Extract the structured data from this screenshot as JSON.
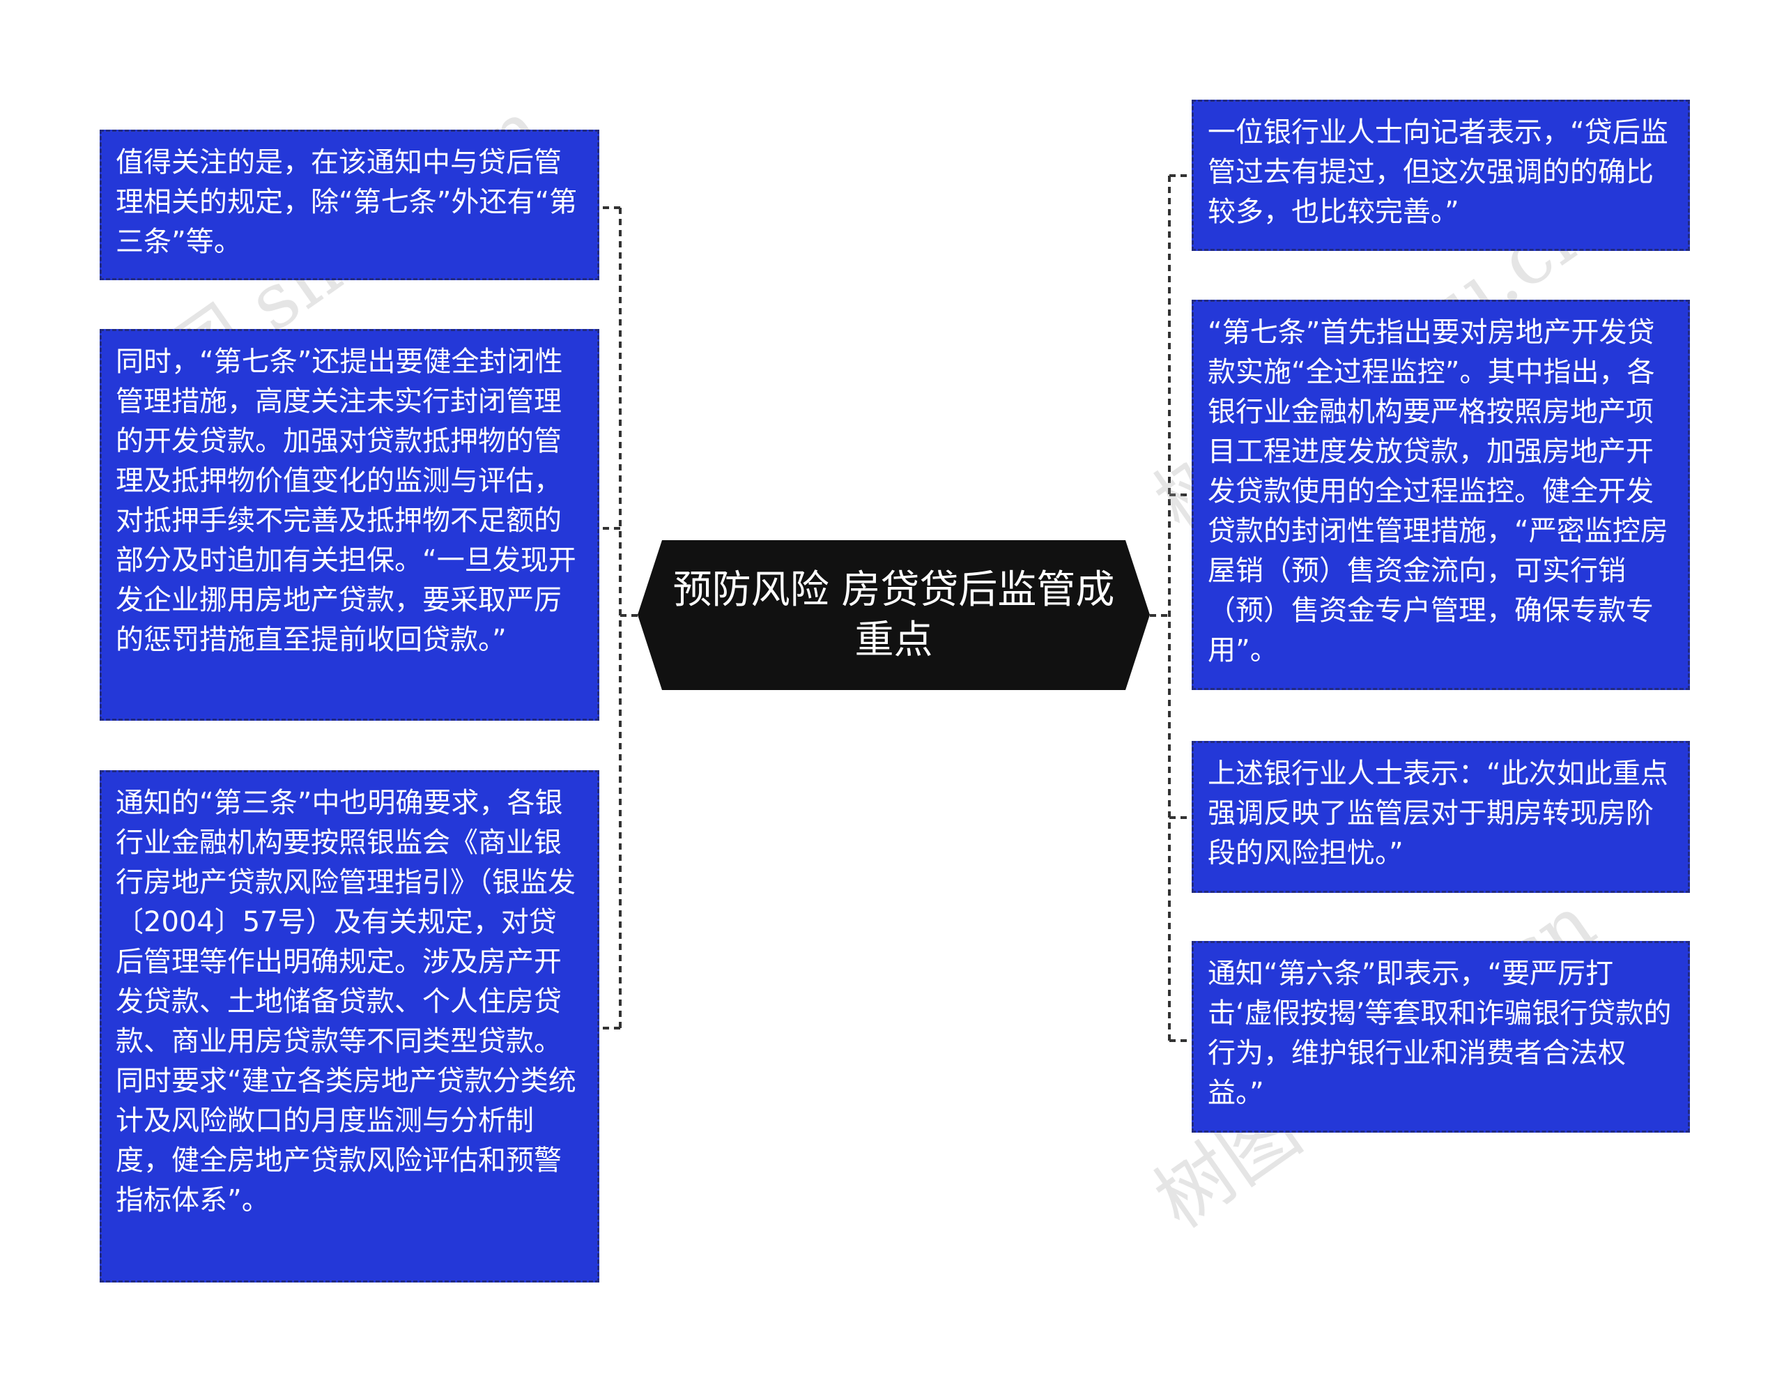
{
  "center": {
    "text": "预防风险 房贷贷后监管成重点"
  },
  "left_nodes": [
    {
      "text": "值得关注的是，在该通知中与贷后管理相关的规定，除“第七条”外还有“第三条”等。"
    },
    {
      "text": "同时，“第七条”还提出要健全封闭性管理措施，高度关注未实行封闭管理的开发贷款。加强对贷款抵押物的管理及抵押物价值变化的监测与评估，对抵押手续不完善及抵押物不足额的部分及时追加有关担保。“一旦发现开发企业挪用房地产贷款，要采取严厉的惩罚措施直至提前收回贷款。”"
    },
    {
      "text": "通知的“第三条”中也明确要求，各银行业金融机构要按照银监会《商业银行房地产贷款风险管理指引》（银监发〔2004〕57号）及有关规定，对贷后管理等作出明确规定。涉及房产开发贷款、土地储备贷款、个人住房贷款、商业用房贷款等不同类型贷款。同时要求“建立各类房地产贷款分类统计及风险敞口的月度监测与分析制度，健全房地产贷款风险评估和预警指标体系”。"
    }
  ],
  "right_nodes": [
    {
      "text": "一位银行业人士向记者表示，“贷后监管过去有提过，但这次强调的的确比较多，也比较完善。”"
    },
    {
      "text": "“第七条”首先指出要对房地产开发贷款实施“全过程监控”。其中指出，各银行业金融机构要严格按照房地产项目工程进度发放贷款，加强房地产开发贷款使用的全过程监控。健全开发贷款的封闭性管理措施，“严密监控房屋销（预）售资金流向，可实行销（预）售资金专户管理，确保专款专用”。"
    },
    {
      "text": "上述银行业人士表示：“此次如此重点强调反映了监管层对于期房转现房阶段的风险担忧。”"
    },
    {
      "text": "通知“第六条”即表示，“要严厉打击‘虚假按揭’等套取和诈骗银行贷款的行为，维护银行业和消费者合法权益。”"
    }
  ],
  "watermarks": [
    "树图 shutu.cn",
    "树图 shutu.cn",
    "树图 shutu.cn",
    "树图 shutu.cn"
  ],
  "colors": {
    "node_fill": "#2438d8",
    "node_border": "#222b80",
    "center_fill": "#111111",
    "connector": "#333333",
    "text": "#ffffff"
  }
}
